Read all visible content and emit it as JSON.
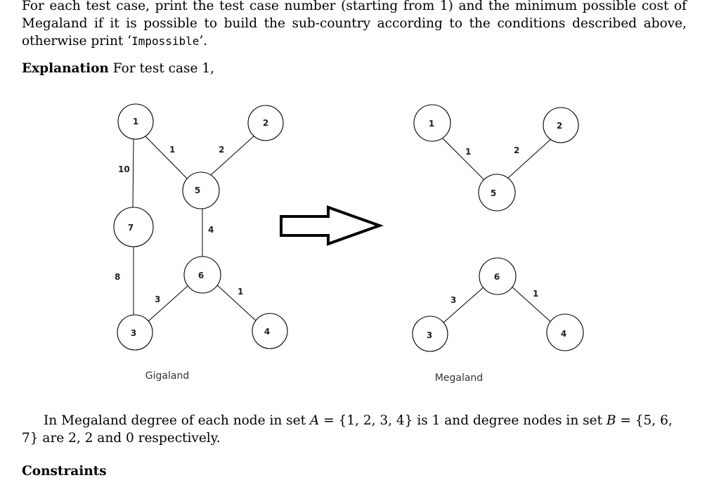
{
  "para_output": {
    "before": "For each test case, print the test case number (starting from 1) and the minimum possible cost of Megaland if it is possible to build the sub-country according to the conditions described above, otherwise print ‘",
    "code": "Impossible",
    "after": "’."
  },
  "explanation": {
    "heading": "Explanation",
    "text": " For test case 1,"
  },
  "figure": {
    "left_caption": "Gigaland",
    "right_caption": "Megaland",
    "gigaland": {
      "nodes": [
        "1",
        "2",
        "5",
        "7",
        "6",
        "3",
        "4"
      ],
      "edges": [
        {
          "from": "1",
          "to": "7",
          "weight": "10"
        },
        {
          "from": "1",
          "to": "5",
          "weight": "1"
        },
        {
          "from": "2",
          "to": "5",
          "weight": "2"
        },
        {
          "from": "5",
          "to": "6",
          "weight": "4"
        },
        {
          "from": "7",
          "to": "3",
          "weight": "8"
        },
        {
          "from": "6",
          "to": "3",
          "weight": "3"
        },
        {
          "from": "6",
          "to": "4",
          "weight": "1"
        }
      ]
    },
    "megaland": {
      "nodes": [
        "1",
        "2",
        "5",
        "6",
        "3",
        "4"
      ],
      "edges": [
        {
          "from": "1",
          "to": "5",
          "weight": "1"
        },
        {
          "from": "2",
          "to": "5",
          "weight": "2"
        },
        {
          "from": "6",
          "to": "3",
          "weight": "3"
        },
        {
          "from": "6",
          "to": "4",
          "weight": "1"
        }
      ]
    }
  },
  "para_megaland": {
    "t1": "In Megaland degree of each node in set ",
    "setA_name": "A",
    "t2": " = {1, 2, 3, 4} is 1 and degree nodes in set ",
    "setB_name": "B",
    "t3": " = {5, 6, 7} are 2, 2 and 0 respectively."
  },
  "next_heading": "Constraints"
}
